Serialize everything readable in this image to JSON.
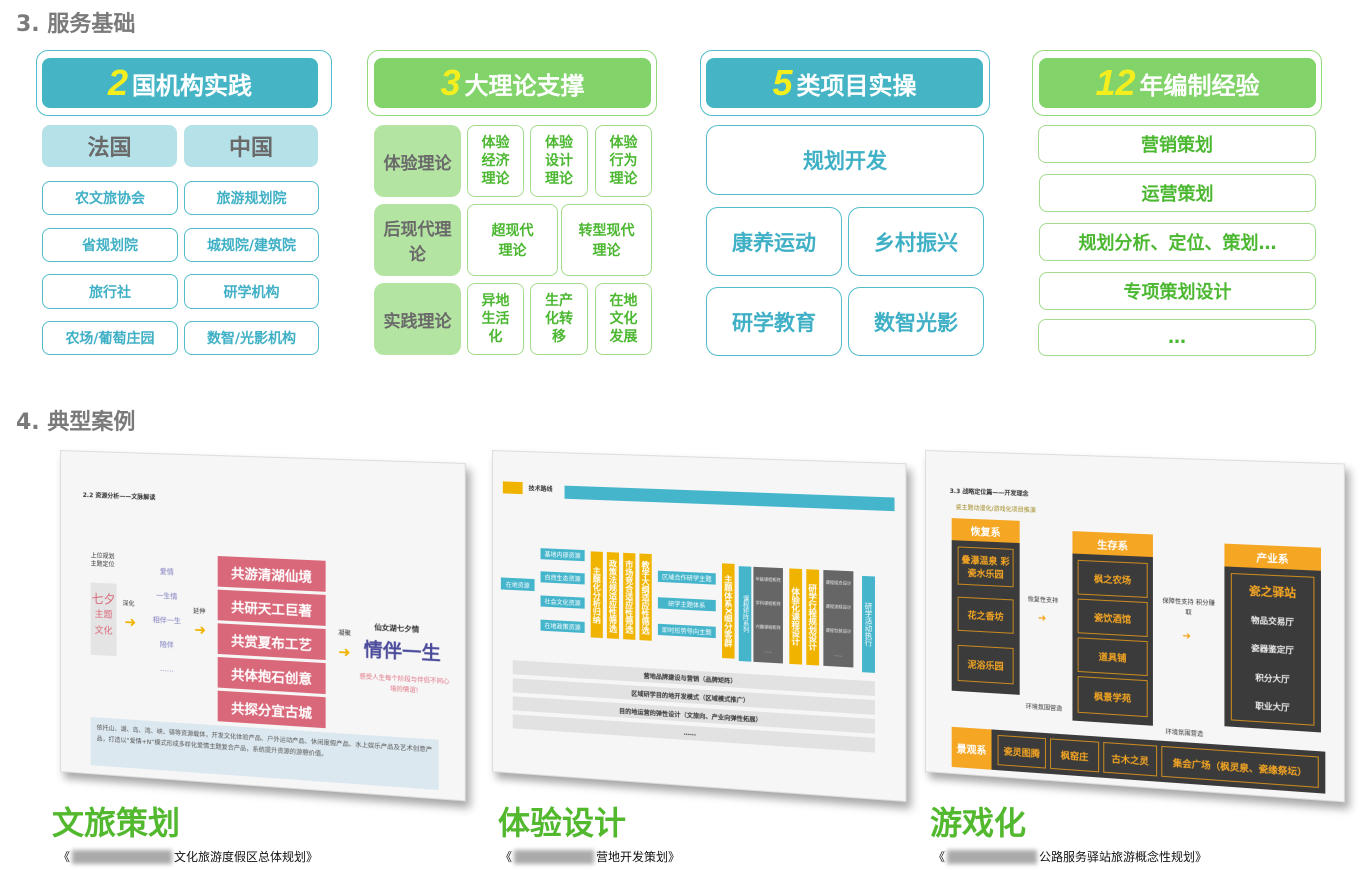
{
  "section3": {
    "title": "3. 服务基础",
    "col1": {
      "num": "2",
      "title": "国机构实践",
      "countries": [
        "法国",
        "中国"
      ],
      "items": [
        "农文旅协会",
        "旅游规划院",
        "省规划院",
        "城规院/建筑院",
        "旅行社",
        "研学机构",
        "农场/葡萄庄园",
        "数智/光影机构"
      ]
    },
    "col2": {
      "num": "3",
      "title": "大理论支撑",
      "rows": [
        {
          "label": "体验理论",
          "items": [
            "体验经济理论",
            "体验设计理论",
            "体验行为理论"
          ]
        },
        {
          "label": "后现代理论",
          "items": [
            "超现代理论",
            "转型现代理论"
          ]
        },
        {
          "label": "实践理论",
          "items": [
            "异地生活化",
            "生产化转移",
            "在地文化发展"
          ]
        }
      ]
    },
    "col3": {
      "num": "5",
      "title": "类项目实操",
      "items": [
        "规划开发",
        "康养运动",
        "乡村振兴",
        "研学教育",
        "数智光影"
      ]
    },
    "col4": {
      "num": "12",
      "title": "年编制经验",
      "items": [
        "营销策划",
        "运营策划",
        "规划分析、定位、策划…",
        "专项策划设计",
        "…"
      ]
    }
  },
  "section4": {
    "title": "4. 典型案例",
    "cases": [
      {
        "caption": "文旅策划",
        "subtitle_open": "《",
        "subtitle": "文化旅游度假区总体规划》",
        "slide": {
          "title": "2.2 资源分析——文脉解读",
          "left_label": "上位规划主题定位",
          "theme": [
            "七夕",
            "主题",
            "文化"
          ],
          "deepen": "深化",
          "chain": [
            "爱情",
            "一生情",
            "相伴一生",
            "陪伴",
            "……"
          ],
          "extend": "延伸",
          "boxes": [
            "共游清湖仙境",
            "共研天工巨著",
            "共赏夏布工艺",
            "共体抱石创意",
            "共探分宜古城"
          ],
          "gather": "凝聚",
          "r_title": "仙女湖七夕情",
          "r_big": "情伴一生",
          "r_desc": "感受人生每个阶段与伴侣不同心境的情谊!",
          "bottom": "依托山、湖、岛、湾、峡、镇等资源载体，开发文化体验产品、户外运动产品、休闲度假产品、水上娱乐产品及艺术创意产品，打造以“爱情+N”模式形成多样化爱情主题复合产品，系统提升资源的游憩价值。"
        }
      },
      {
        "caption": "体验设计",
        "subtitle_open": "《",
        "subtitle": "营地开发策划》",
        "slide": {
          "title": "技术路线",
          "source": "在地资源",
          "resources": [
            "基地内部资源",
            "自然生态资源",
            "社会文化资源",
            "在地政策资源"
          ],
          "filters": [
            "主题化分析归纳",
            "政策法规适应性筛选",
            "市场竞合适应性筛选",
            "教学大纲适应性筛选"
          ],
          "themes": [
            "区域合作研学主题",
            "研学主题体系",
            "即时形势导向主题"
          ],
          "cluster": "主题体系X细分客群",
          "matrix": "课程矩阵系列",
          "matrix_items": [
            "年级课程矩阵",
            "学科课程矩阵",
            "兴趣课程矩阵",
            "……"
          ],
          "course": "体验化课程设计",
          "trip": "研学行程规划设计",
          "trip_items": [
            "课程组合设计",
            "课程流程设计",
            "课程包装设计",
            "……"
          ],
          "exec": "研学活动执行",
          "bands": [
            "营地品牌建设与营销（品牌矩阵）",
            "区域研学目的地开发模式（区域模式推广）",
            "目的地运营的弹性设计（文旅向、产业向弹性拓展）",
            "……"
          ]
        }
      },
      {
        "caption": "游戏化",
        "subtitle_open": "《",
        "subtitle": "公路服务驿站旅游概念性规划》",
        "slide": {
          "title": "3.3 战略定位篇——开发理念",
          "subtitle": "瓷主题动漫化/游戏化项目推演",
          "recover": {
            "head": "恢复系",
            "items": [
              "叠瀑温泉 彩瓷水乐园",
              "花之香坊",
              "泥浴乐园"
            ]
          },
          "survive": {
            "head": "生存系",
            "items": [
              "枫之农场",
              "瓷饮酒馆",
              "道具铺",
              "枫景学苑"
            ]
          },
          "industry": {
            "head": "产业系",
            "items": [
              "瓷之驿站",
              "物品交易厅",
              "瓷器鉴定厅",
              "积分大厅",
              "职业大厅"
            ]
          },
          "landscape": {
            "head": "景观系",
            "items": [
              "瓷灵图腾",
              "枫窑庄",
              "古木之灵",
              "集会广场（枫灵泉、瓷缘祭坛）"
            ]
          },
          "links": [
            "恢复性支持",
            "保障性支持 积分赚取",
            "环境氛围营造",
            "环境氛围营造"
          ]
        }
      }
    ]
  },
  "colors": {
    "teal": "#45b5c6",
    "green": "#82d36a",
    "yellow": "#f4ee1e",
    "caption": "#52b82e"
  }
}
